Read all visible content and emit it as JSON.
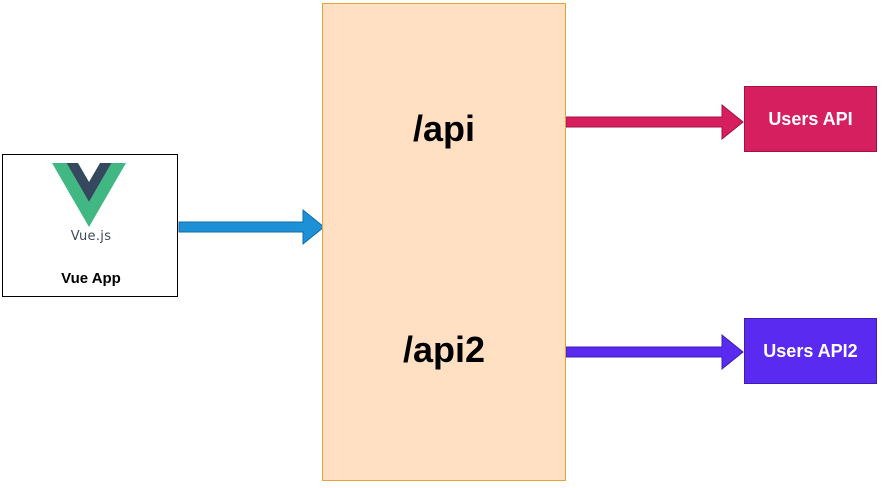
{
  "vue_app": {
    "logo_wordmark": "Vue.js",
    "caption": "Vue App"
  },
  "proxy": {
    "routes": [
      "/api",
      "/api2"
    ]
  },
  "services": [
    {
      "label": "Users API",
      "color": "#d61f5f"
    },
    {
      "label": "Users API2",
      "color": "#5a2af0"
    }
  ],
  "colors": {
    "vue_green": "#41b883",
    "vue_dark": "#35495e",
    "proxy_fill": "#ffe0c2",
    "proxy_border": "#e8a23c",
    "arrow_vue_to_proxy": "#1e90d6",
    "arrow_api": "#d61f5f",
    "arrow_api2": "#5a2af0"
  },
  "icons": {
    "vue_logo": "vue-logo-icon"
  }
}
